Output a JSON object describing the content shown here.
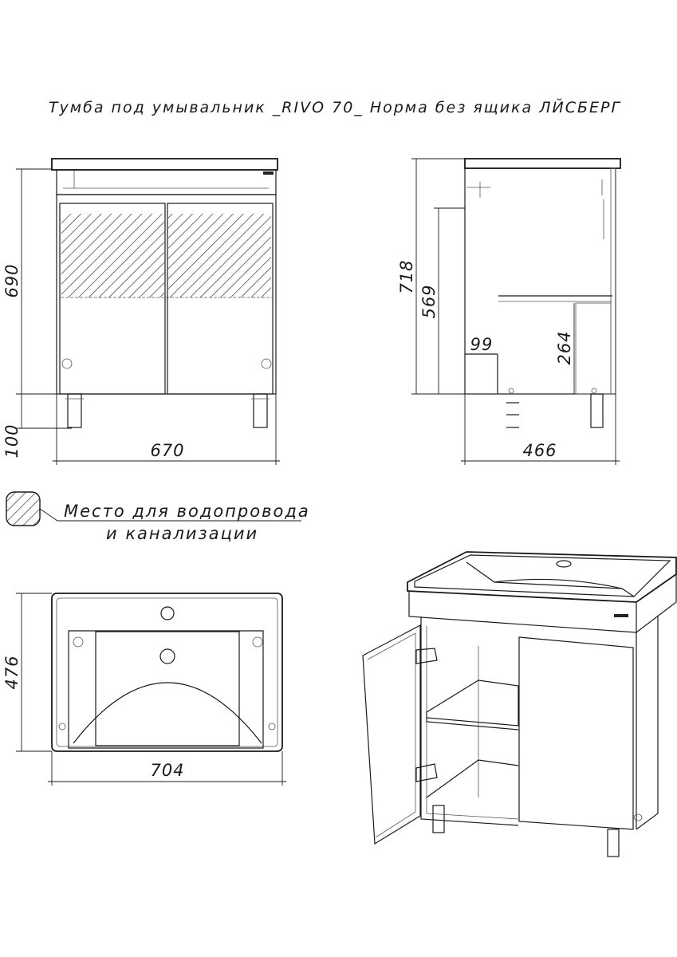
{
  "title": "Тумба под умывальник _RIVO 70_ Норма без ящика ЛЙСБЕРГ",
  "front_view": {
    "height_label": "690",
    "legs_label": "100",
    "width_label": "670"
  },
  "side_view": {
    "height_label": "718",
    "inner_height_label": "569",
    "plinth_label": "99",
    "shelf_label": "264",
    "depth_label": "466"
  },
  "legend": {
    "line1": "Место для водопровода",
    "line2": "и канализации"
  },
  "top_view": {
    "depth_label": "476",
    "width_label": "704"
  }
}
